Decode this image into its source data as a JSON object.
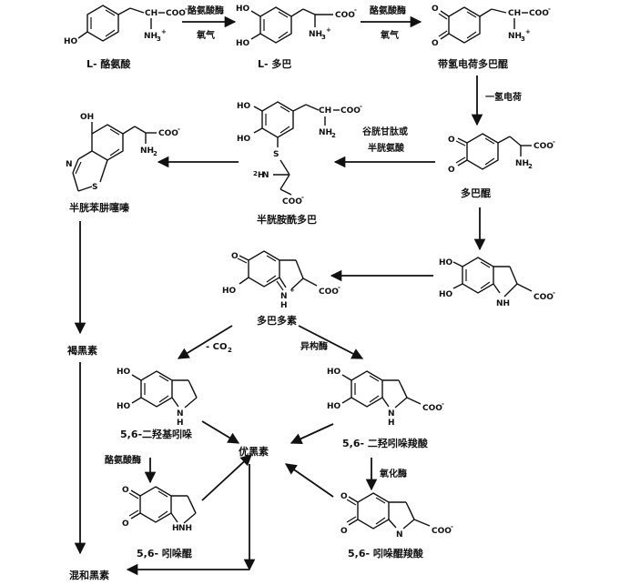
{
  "compounds": {
    "tyrosine": "L- 酪氨酸",
    "dopa": "L- 多巴",
    "dopaquinone_h": "带氢电荷多巴醌",
    "dopaquinone": "多巴醌",
    "cysteinyldopa": "半胱胺酰多巴",
    "benzothiazine": "半胱苯肼噻嗪",
    "dopachrome": "多巴多素",
    "brown_melanin": "褐黑素",
    "dhi": "5,6-二羟基吲哚",
    "dhica": "5,6- 二羟吲哚羧酸",
    "eumelanin": "优黑素",
    "indolequinone": "5,6- 吲哚醌",
    "indolequinone_acid": "5,6- 吲哚醌羧酸",
    "mixed_melanin": "混和黑素"
  },
  "arrow_labels": {
    "tyrosinase_1": "酪氨酸酶",
    "oxygen_1": "氧气",
    "tyrosinase_2": "酪氨酸酶",
    "oxygen_2": "氧气",
    "one_hydrogen_charge": "一氢电荷",
    "glutathione_line1": "谷胱甘肽或",
    "glutathione_line2": "半胱氨酸",
    "minus_co2": "- CO",
    "minus_co2_sub": "2",
    "isomerase": "异构酶",
    "tyrosinase_3": "酪氨酸酶",
    "oxidase": "氧化酶"
  },
  "atoms": {
    "ho": "HO",
    "oh": "OH",
    "o": "O",
    "nh": "NH",
    "n": "N",
    "h": "H",
    "s": "S",
    "ch": "CH",
    "nh2": "NH",
    "nh3": "NH",
    "sub2": "2",
    "sub3": "3",
    "plus": "+",
    "minus": "-",
    "coo": "COO",
    "coo_minus": "COO",
    "hn": "H",
    "nplus": "N"
  }
}
